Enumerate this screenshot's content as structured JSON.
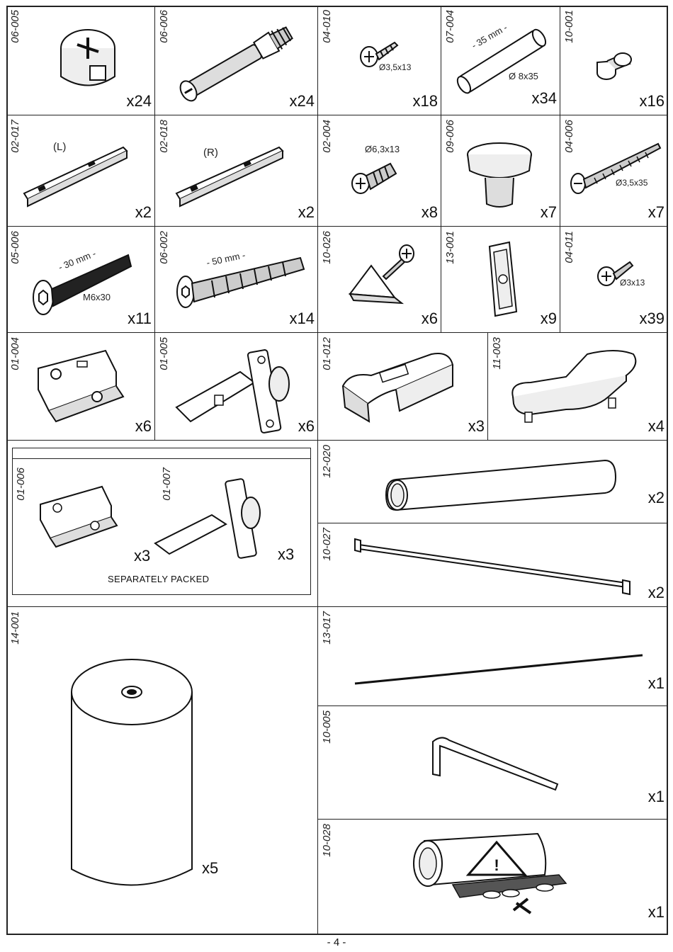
{
  "page_number": "- 4 -",
  "parts": {
    "p06_005": {
      "code": "06-005",
      "qty": "x24"
    },
    "p06_006": {
      "code": "06-006",
      "qty": "x24"
    },
    "p04_010": {
      "code": "04-010",
      "qty": "x18",
      "dim": "Ø3,5x13"
    },
    "p07_004": {
      "code": "07-004",
      "qty": "x34",
      "dim": "Ø 8x35",
      "length": "- 35 mm -"
    },
    "p10_001": {
      "code": "10-001",
      "qty": "x16"
    },
    "p02_017": {
      "code": "02-017",
      "qty": "x2",
      "side": "(L)"
    },
    "p02_018": {
      "code": "02-018",
      "qty": "x2",
      "side": "(R)"
    },
    "p02_004": {
      "code": "02-004",
      "qty": "x8",
      "dim": "Ø6,3x13"
    },
    "p09_006": {
      "code": "09-006",
      "qty": "x7"
    },
    "p04_006": {
      "code": "04-006",
      "qty": "x7",
      "dim": "Ø3,5x35"
    },
    "p05_006": {
      "code": "05-006",
      "qty": "x11",
      "dim": "M6x30",
      "length": "- 30 mm -"
    },
    "p06_002": {
      "code": "06-002",
      "qty": "x14",
      "length": "- 50 mm -"
    },
    "p10_026": {
      "code": "10-026",
      "qty": "x6"
    },
    "p13_001": {
      "code": "13-001",
      "qty": "x9"
    },
    "p04_011": {
      "code": "04-011",
      "qty": "x39",
      "dim": "Ø3x13"
    },
    "p01_004": {
      "code": "01-004",
      "qty": "x6"
    },
    "p01_005": {
      "code": "01-005",
      "qty": "x6"
    },
    "p01_012": {
      "code": "01-012",
      "qty": "x3"
    },
    "p11_003": {
      "code": "11-003",
      "qty": "x4"
    },
    "p01_006": {
      "code": "01-006",
      "qty": "x3"
    },
    "p01_007": {
      "code": "01-007",
      "qty": "x3"
    },
    "separately_packed": "SEPARATELY PACKED",
    "p12_020": {
      "code": "12-020",
      "qty": "x2"
    },
    "p10_027": {
      "code": "10-027",
      "qty": "x2"
    },
    "p14_001": {
      "code": "14-001",
      "qty": "x5"
    },
    "p13_017": {
      "code": "13-017",
      "qty": "x1"
    },
    "p10_005": {
      "code": "10-005",
      "qty": "x1"
    },
    "p10_028": {
      "code": "10-028",
      "qty": "x1"
    }
  }
}
